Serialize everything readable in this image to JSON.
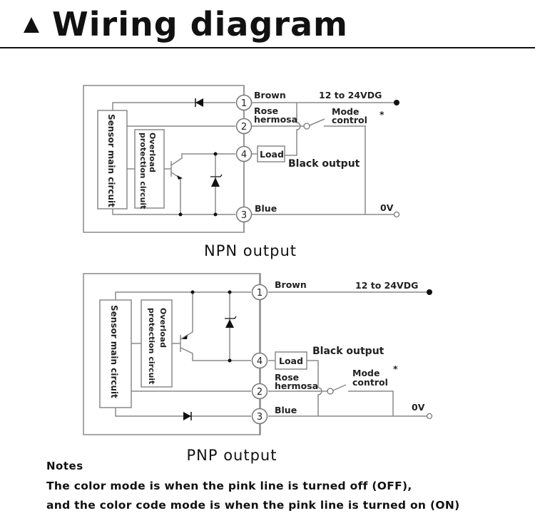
{
  "header": {
    "title": "Wiring diagram",
    "marker_icon": "triangle-up-icon"
  },
  "npn": {
    "caption": "NPN output",
    "sensor_main_circuit": "Sensor main circuit",
    "overload_line1": "Overload",
    "overload_line2": "protection circuit",
    "pins": [
      "1",
      "2",
      "4",
      "3"
    ],
    "wire_brown": "Brown",
    "wire_rose_1": "Rose",
    "wire_rose_2": "hermosa",
    "wire_blue": "Blue",
    "load": "Load",
    "black_output": "Black output",
    "mode_1": "Mode",
    "mode_2": "control",
    "asterisk": "*",
    "supply": "12 to 24VDG",
    "zero_v": "0V"
  },
  "pnp": {
    "caption": "PNP output",
    "sensor_main_circuit": "Sensor main circuit",
    "overload_line1": "Overload",
    "overload_line2": "protection circuit",
    "pins": [
      "1",
      "4",
      "2",
      "3"
    ],
    "wire_brown": "Brown",
    "wire_rose_1": "Rose",
    "wire_rose_2": "hermosa",
    "wire_blue": "Blue",
    "load": "Load",
    "black_output": "Black output",
    "mode_1": "Mode",
    "mode_2": "control",
    "asterisk": "*",
    "supply": "12 to 24VDG",
    "zero_v": "0V"
  },
  "notes": {
    "title": "Notes",
    "lines": [
      "The color mode is when the pink line is turned off (OFF),",
      "and the color code mode is when the pink line is turned on (ON)"
    ]
  },
  "colors": {
    "wire": "#8a8a8a",
    "ink": "#111111"
  }
}
